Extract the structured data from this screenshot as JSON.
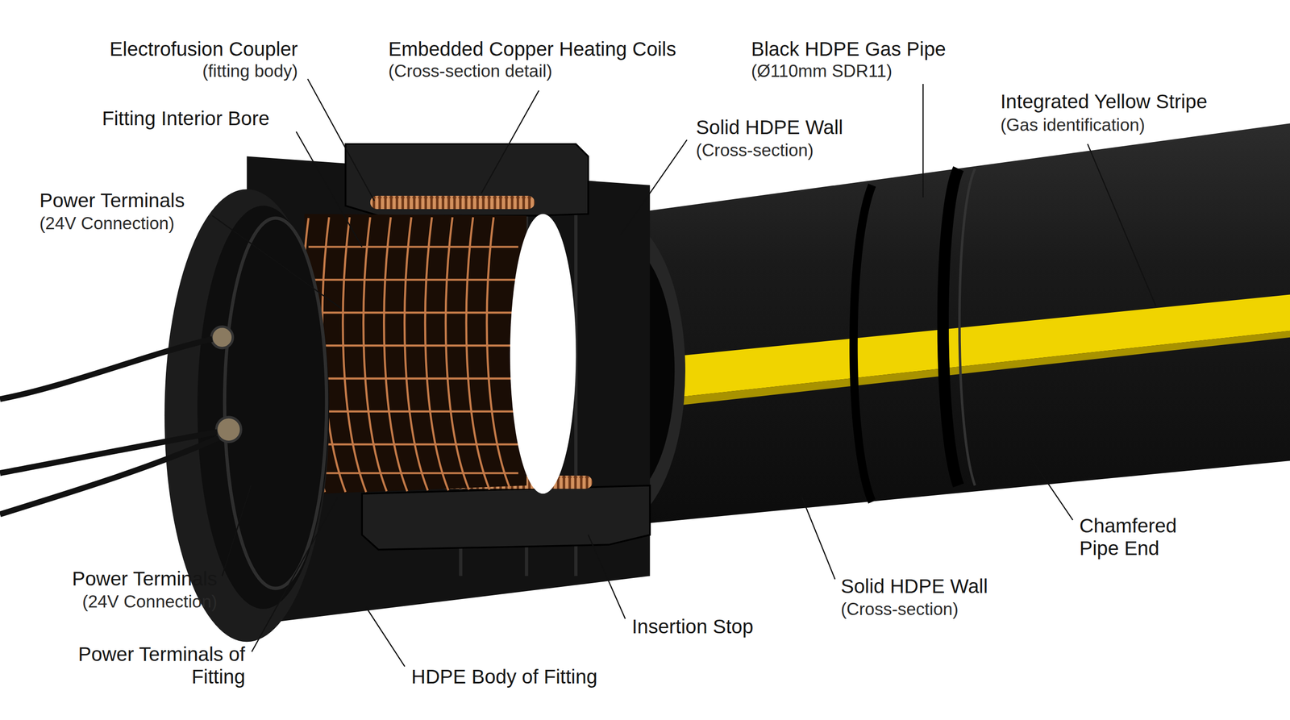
{
  "diagram": {
    "labels": [
      "Electrofusion Coupler",
      "(fitting body)",
      "Embedded Copper Heating Coils",
      "(Cross-section detail)",
      "Black HDPE Gas Pipe",
      "(Ø110mm SDR11)",
      "Fitting Interior Bore",
      "Solid HDPE Wall",
      "(Cross-section)",
      "Integrated Yellow Stripe",
      "(Gas identification)",
      "Power Terminals",
      "(24V Connection)",
      "Power Terminals",
      "(24V Connection)",
      "Power Terminals of Fitting",
      "HDPE Body of Fitting",
      "Insertion Stop",
      "Solid HDPE Wall",
      "(Cross-section)",
      "Chamfered Pipe End"
    ]
  }
}
